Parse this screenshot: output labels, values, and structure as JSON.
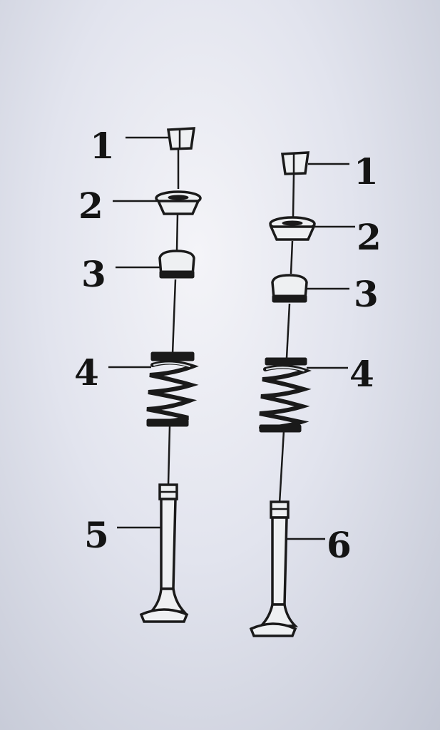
{
  "diagram": {
    "assemblies": [
      {
        "side": "left",
        "parts": [
          {
            "label": "1",
            "name": "valve-cotter"
          },
          {
            "label": "2",
            "name": "spring-retainer"
          },
          {
            "label": "3",
            "name": "valve-stem-seal"
          },
          {
            "label": "4",
            "name": "valve-spring"
          },
          {
            "label": "5",
            "name": "valve"
          }
        ]
      },
      {
        "side": "right",
        "parts": [
          {
            "label": "1",
            "name": "valve-cotter"
          },
          {
            "label": "2",
            "name": "spring-retainer"
          },
          {
            "label": "3",
            "name": "valve-stem-seal"
          },
          {
            "label": "4",
            "name": "valve-spring"
          },
          {
            "label": "6",
            "name": "valve"
          }
        ]
      }
    ],
    "colors": {
      "ink": "#1a1a1a",
      "paper": "#eef0f2"
    }
  }
}
